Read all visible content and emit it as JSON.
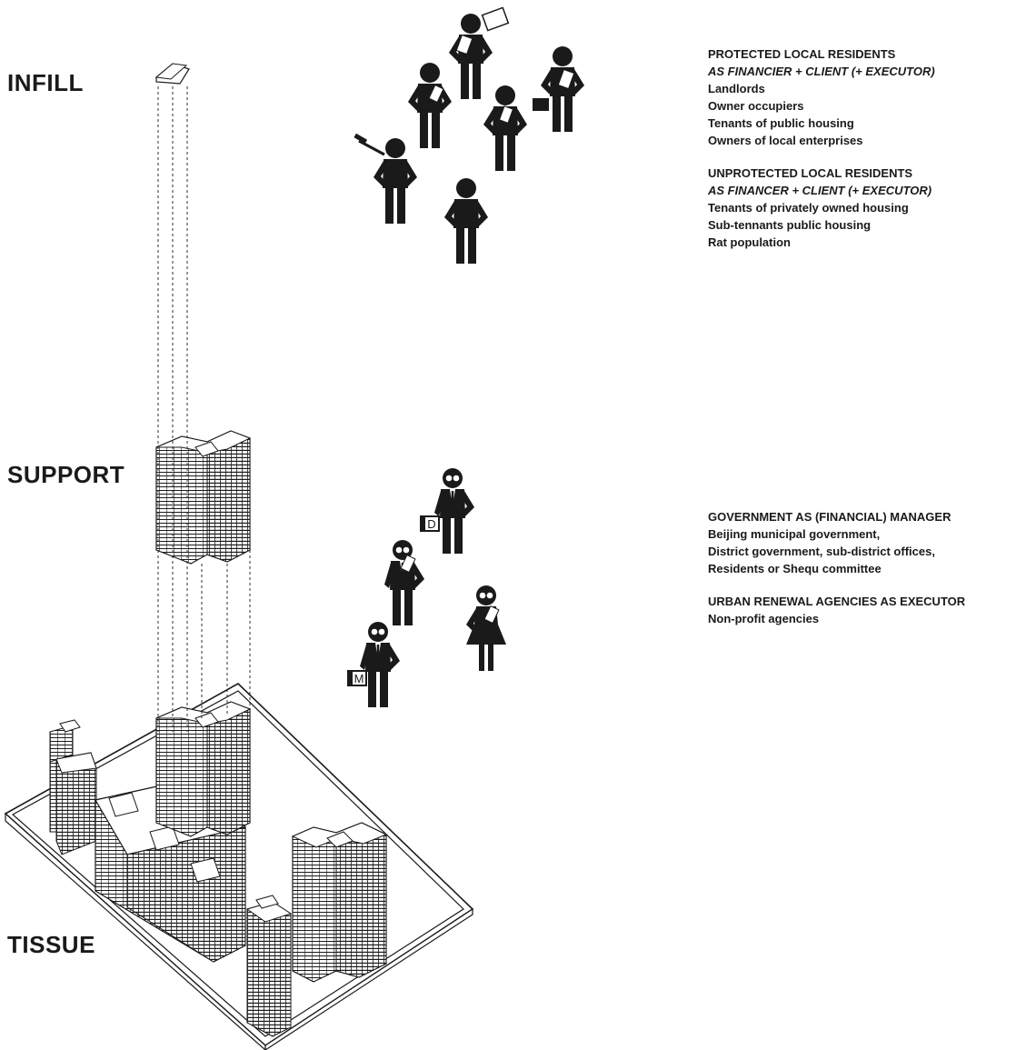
{
  "levels": {
    "infill": "INFILL",
    "support": "SUPPORT",
    "tissue": "TISSUE"
  },
  "groups": {
    "protected": {
      "heading": "PROTECTED LOCAL RESIDENTS",
      "role": "AS FINANCIER + CLIENT (+ EXECUTOR)",
      "items": [
        "Landlords",
        "Owner occupiers",
        "Tenants of public housing",
        "Owners of local enterprises"
      ]
    },
    "unprotected": {
      "heading": "UNPROTECTED LOCAL RESIDENTS",
      "role": "AS FINANCER + CLIENT (+ EXECUTOR)",
      "items": [
        "Tenants of privately owned housing",
        "Sub-tennants public housing",
        "Rat population"
      ]
    },
    "government": {
      "heading": "GOVERNMENT AS (FINANCIAL) MANAGER",
      "items": [
        "Beijing municipal government,",
        "District government, sub-district offices,",
        "Residents or Shequ committee"
      ]
    },
    "agencies": {
      "heading": "URBAN RENEWAL AGENCIES AS EXECUTOR",
      "items": [
        "Non-profit agencies"
      ]
    }
  },
  "badges": {
    "district": "D",
    "municipal": "M"
  },
  "colors": {
    "ink": "#1a1a1a",
    "paper": "#ffffff"
  }
}
